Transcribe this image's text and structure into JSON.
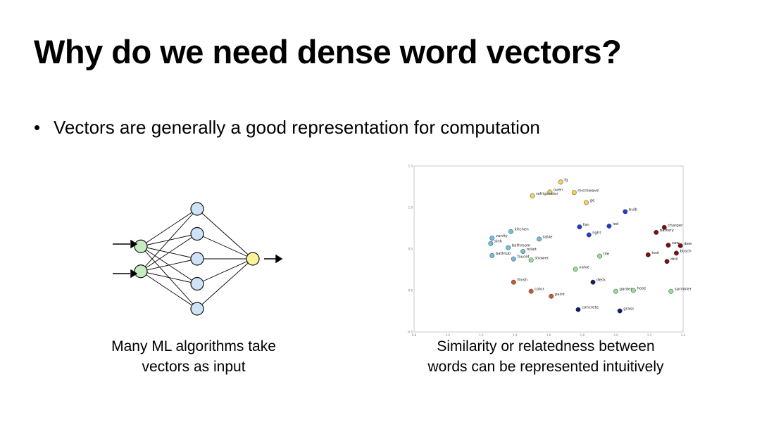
{
  "slide": {
    "title": "Why do we need dense word vectors?",
    "bullet": "Vectors are generally a good representation for computation",
    "left_caption_line1": "Many ML algorithms take",
    "left_caption_line2": "vectors as input",
    "right_caption_line1": "Similarity or relatedness between",
    "right_caption_line2": "words can be represented intuitively"
  },
  "neural_network": {
    "layers": [
      2,
      5,
      1
    ],
    "colors": {
      "input": "#c8ecc0",
      "hidden": "#cfe3f7",
      "output": "#fbf39a"
    }
  },
  "chart_data": {
    "type": "scatter",
    "title": "",
    "xlabel": "",
    "ylabel": "",
    "grid": false,
    "points": [
      {
        "word": "fg",
        "x": 0.545,
        "y": 0.903,
        "color": "#f1d25a"
      },
      {
        "word": "oven",
        "x": 0.505,
        "y": 0.843,
        "color": "#f1d25a"
      },
      {
        "word": "microwave",
        "x": 0.595,
        "y": 0.84,
        "color": "#f1d25a"
      },
      {
        "word": "refrigerator",
        "x": 0.44,
        "y": 0.82,
        "color": "#f1d25a"
      },
      {
        "word": "ge",
        "x": 0.64,
        "y": 0.78,
        "color": "#f1d25a"
      },
      {
        "word": "bulb",
        "x": 0.785,
        "y": 0.725,
        "color": "#2140c6"
      },
      {
        "word": "fan",
        "x": 0.615,
        "y": 0.633,
        "color": "#2140c6"
      },
      {
        "word": "led",
        "x": 0.725,
        "y": 0.638,
        "color": "#2140c6"
      },
      {
        "word": "light",
        "x": 0.65,
        "y": 0.585,
        "color": "#2140c6"
      },
      {
        "word": "charger",
        "x": 0.93,
        "y": 0.63,
        "color": "#7a1010"
      },
      {
        "word": "battery",
        "x": 0.9,
        "y": 0.6,
        "color": "#7a1010"
      },
      {
        "word": "saw",
        "x": 0.945,
        "y": 0.523,
        "color": "#7a1010"
      },
      {
        "word": "dewalt",
        "x": 0.99,
        "y": 0.52,
        "color": "#7a1010"
      },
      {
        "word": "bosch",
        "x": 0.975,
        "y": 0.475,
        "color": "#7a1010"
      },
      {
        "word": "tool",
        "x": 0.87,
        "y": 0.465,
        "color": "#7a1010"
      },
      {
        "word": "drill",
        "x": 0.94,
        "y": 0.425,
        "color": "#7a1010"
      },
      {
        "word": "kitchen",
        "x": 0.36,
        "y": 0.605,
        "color": "#6bbfdf"
      },
      {
        "word": "vanity",
        "x": 0.29,
        "y": 0.565,
        "color": "#6bbfdf"
      },
      {
        "word": "sink",
        "x": 0.285,
        "y": 0.533,
        "color": "#6bbfdf"
      },
      {
        "word": "table",
        "x": 0.465,
        "y": 0.56,
        "color": "#6bbfdf"
      },
      {
        "word": "bathroom",
        "x": 0.35,
        "y": 0.508,
        "color": "#6bbfdf"
      },
      {
        "word": "toilet",
        "x": 0.405,
        "y": 0.485,
        "color": "#6bbfdf"
      },
      {
        "word": "bathtub",
        "x": 0.29,
        "y": 0.46,
        "color": "#6bbfdf"
      },
      {
        "word": "faucet",
        "x": 0.37,
        "y": 0.44,
        "color": "#6bbfdf"
      },
      {
        "word": "shower",
        "x": 0.435,
        "y": 0.433,
        "color": "#93e293"
      },
      {
        "word": "tile",
        "x": 0.69,
        "y": 0.457,
        "color": "#93e293"
      },
      {
        "word": "valve",
        "x": 0.6,
        "y": 0.378,
        "color": "#93e293"
      },
      {
        "word": "finish",
        "x": 0.37,
        "y": 0.3,
        "color": "#c75a2a"
      },
      {
        "word": "deck",
        "x": 0.665,
        "y": 0.3,
        "color": "#0a1f66"
      },
      {
        "word": "color",
        "x": 0.435,
        "y": 0.245,
        "color": "#c75a2a"
      },
      {
        "word": "garden",
        "x": 0.75,
        "y": 0.245,
        "color": "#93e293"
      },
      {
        "word": "hose",
        "x": 0.815,
        "y": 0.25,
        "color": "#93e293"
      },
      {
        "word": "sprinkler",
        "x": 0.955,
        "y": 0.245,
        "color": "#93e293"
      },
      {
        "word": "paint",
        "x": 0.51,
        "y": 0.215,
        "color": "#c75a2a"
      },
      {
        "word": "concrete",
        "x": 0.61,
        "y": 0.135,
        "color": "#0a1f66"
      },
      {
        "word": "grass",
        "x": 0.765,
        "y": 0.127,
        "color": "#0a1f66"
      }
    ],
    "xticks": [
      "0.8",
      "1.0",
      "1.2",
      "1.4",
      "1.6",
      "1.8",
      "2.0",
      "2.2",
      "2.4"
    ],
    "yticks": [
      "1.5",
      "1.0",
      "0.5",
      "0.0",
      "-0.5"
    ]
  }
}
